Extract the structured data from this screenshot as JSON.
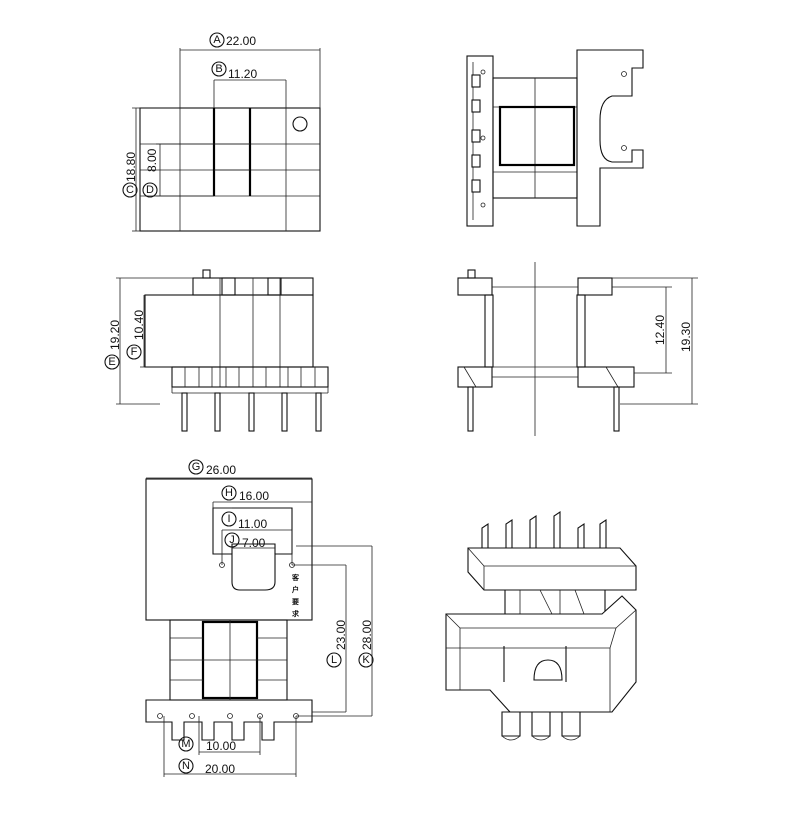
{
  "dimensions": {
    "A": {
      "letter": "A",
      "value": "22.00"
    },
    "B": {
      "letter": "B",
      "value": "11.20"
    },
    "C": {
      "letter": "C",
      "value": "18.80"
    },
    "D": {
      "letter": "D",
      "value": "8.00"
    },
    "E": {
      "letter": "E",
      "value": "19.20"
    },
    "F": {
      "letter": "F",
      "value": "10.40"
    },
    "side_h1": {
      "value": "12.40"
    },
    "side_h2": {
      "value": "19.30"
    },
    "G": {
      "letter": "G",
      "value": "26.00"
    },
    "H": {
      "letter": "H",
      "value": "16.00"
    },
    "I": {
      "letter": "I",
      "value": "11.00"
    },
    "J": {
      "letter": "J",
      "value": "7.00"
    },
    "K": {
      "letter": "K",
      "value": "28.00"
    },
    "L": {
      "letter": "L",
      "value": "23.00"
    },
    "M": {
      "letter": "M",
      "value": "10.00"
    },
    "N": {
      "letter": "N",
      "value": "20.00"
    }
  },
  "note": {
    "line1": "客",
    "line2": "户",
    "line3": "要",
    "line4": "求"
  }
}
